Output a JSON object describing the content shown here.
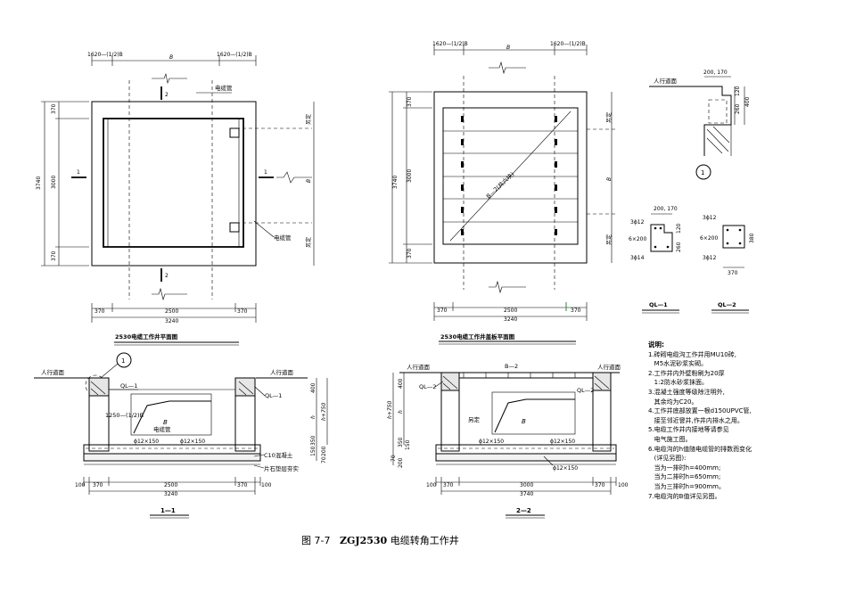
{
  "caption": {
    "figure_no": "图 7-7",
    "code": "ZGJ2530",
    "title": "电缆转角工作井"
  },
  "plan": {
    "title": "2530电缆工作井平面图",
    "dims_top": {
      "left": "1620—(1/2)B",
      "mid": "B",
      "right": "1620—(1/2)B"
    },
    "dims_left": {
      "total": "3740",
      "top": "370",
      "mid": "3000",
      "bot": "370"
    },
    "dims_bottom": {
      "a": "370",
      "b": "2500",
      "c": "370",
      "total": "3240"
    },
    "label_cable": "电缆管",
    "label_cable2": "电缆管",
    "right_top": "另定",
    "right_mid": "B",
    "right_bot": "另定",
    "sec_mark_1": "1",
    "sec_mark_2": "2"
  },
  "cover": {
    "title": "2530电缆工作井盖板平面图",
    "dims_top": {
      "left": "1620—(1/2)B",
      "mid": "B",
      "right": "1620—(1/2)B"
    },
    "dims_left": {
      "total": "3740",
      "top": "370",
      "mid": "3000",
      "bot": "370"
    },
    "dims_bottom": {
      "a": "370",
      "b": "2500",
      "c": "370",
      "total": "3240"
    },
    "diag_label": "B—2(共六块)",
    "right_top": "另定",
    "right_mid": "B",
    "right_bot": "另定"
  },
  "detail": {
    "sidewalk": "人行道面",
    "dim_top": "200, 170",
    "dim_120": "120",
    "dim_260": "260",
    "dim_400": "400",
    "circle": "1",
    "ql1": {
      "dim_top": "200, 170",
      "r1": "3ϕ12",
      "r2": "6×200",
      "r3": "3ϕ14",
      "v1": "120",
      "v2": "260",
      "name": "QL—1"
    },
    "ql2": {
      "r1": "3ϕ12",
      "r2": "6×200",
      "r3": "3ϕ12",
      "v1": "380",
      "h": "370",
      "name": "QL—2"
    }
  },
  "sec1": {
    "title": "1—1",
    "sidewalk_l": "人行道面",
    "sidewalk_r": "人行道面",
    "circle": "1",
    "ql": "QL—1",
    "ql_r": "QL—1",
    "pipe_dim": "1250—(1/2)B",
    "b": "B",
    "pipe_label": "电缆管",
    "rebar_l": "ϕ12×150",
    "rebar_r": "ϕ12×150",
    "c10": "C10混凝土",
    "gravel": "片石垫层夯实",
    "right_dims": {
      "d400": "400",
      "h": "h",
      "h750": "h+750",
      "d350": "350",
      "d150": "150",
      "d200": "200",
      "d70": "70"
    },
    "dims_bottom": {
      "a": "100",
      "b": "370",
      "c": "2500",
      "d": "370",
      "e": "100",
      "total": "3240"
    }
  },
  "sec2": {
    "title": "2—2",
    "sidewalk_l": "人行道面",
    "sidewalk_r": "人行道面",
    "b2": "B—2",
    "ql_l": "QL—2",
    "ql_r": "QL—2",
    "ling": "另定",
    "b": "B",
    "rebar_l": "ϕ12×150",
    "rebar_r": "ϕ12×150",
    "rebar_b": "ϕ12×150",
    "left_dims": {
      "d400": "400",
      "h": "h",
      "h750": "h+750",
      "d350": "350",
      "d150": "150",
      "d200": "200",
      "d70": "70"
    },
    "dims_bottom": {
      "a": "100",
      "b": "370",
      "c": "3000",
      "d": "370",
      "e": "100",
      "total": "3740"
    }
  },
  "notes": {
    "heading": "说明:",
    "lines": [
      "1.砖砌电缆沟工作井用MU10砖,",
      "   M5水泥砂浆实砌。",
      "2.工作井内外壁粉刷为20厚",
      "   1:2防水砂浆抹面。",
      "3.混凝土强度等级除注明外,",
      "   其余均为C20。",
      "4.工作井底部放置一根d150UPVC管,",
      "   接至邻近窨井,作井内排水之用。",
      "5.电缆工作井内接地等请参见",
      "   电气施工图。",
      "6.电缆沟的h值随电缆管的排数而变化",
      "   (详见另图):",
      "   当为一排时h=400mm;",
      "   当为二排时h=650mm;",
      "   当为三排时h=900mm。",
      "7.电缆沟的B值详见另图。"
    ]
  }
}
